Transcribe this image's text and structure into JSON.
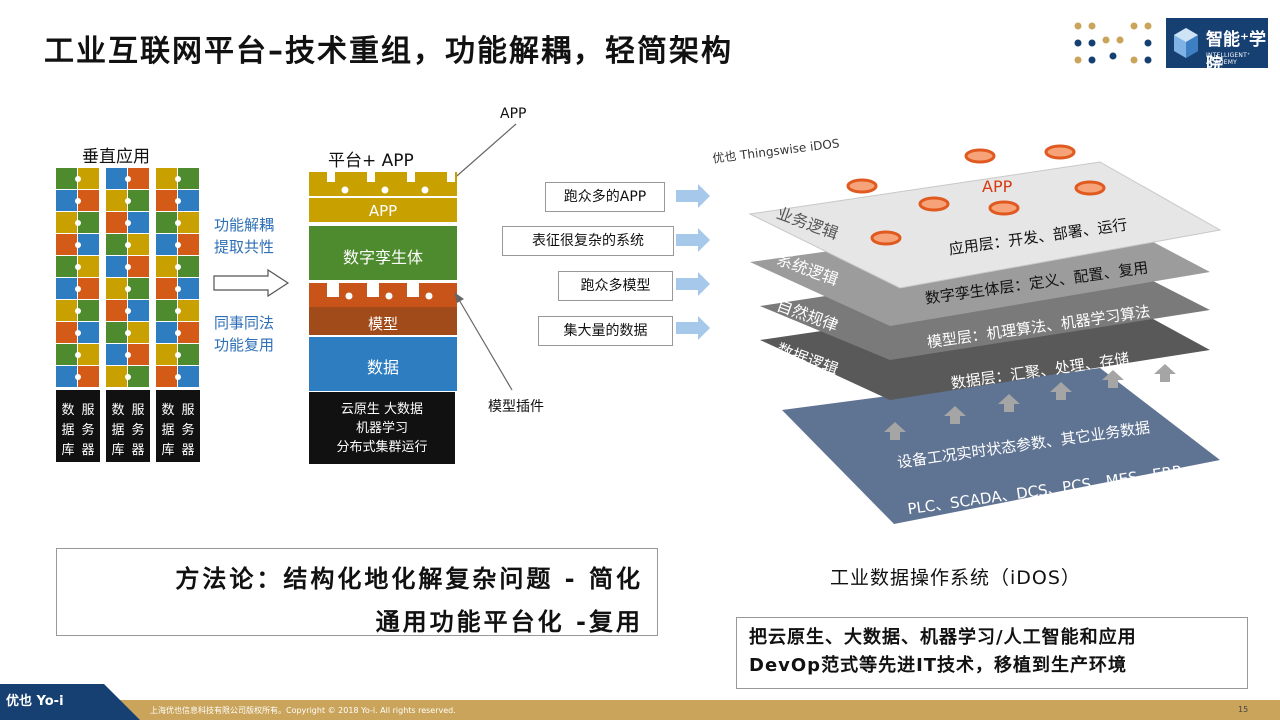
{
  "slide": {
    "title": "工业互联网平台–技术重组，功能解耦，轻简架构",
    "page_number": "15",
    "footer": "上海优也信息科技有限公司版权所有。Copyright © 2018 Yo-i. All rights reserved.",
    "footer_brand": "优也 Yo-i"
  },
  "logo": {
    "cn": "智能⁺学院",
    "en": "INTELLIGENT⁺ ACADEMY"
  },
  "left": {
    "vertical_label": "垂直应用",
    "arrow_top_text_1": "功能解耦",
    "arrow_top_text_2": "提取共性",
    "arrow_bottom_text_1": "同事同法",
    "arrow_bottom_text_2": "功能复用",
    "server_cols": [
      {
        "a": "数据库",
        "b": "服务器"
      },
      {
        "a": "数据库",
        "b": "服务器"
      },
      {
        "a": "数据库",
        "b": "服务器"
      }
    ]
  },
  "platform": {
    "label": "平台+ APP",
    "app_callout": "APP",
    "plugin_callout": "模型插件",
    "layers": {
      "app": "APP",
      "twin": "数字孪生体",
      "model": "模型",
      "data": "数据"
    },
    "infra_lines": [
      "云原生  大数据",
      "机器学习",
      "分布式集群运行"
    ]
  },
  "idos": {
    "brand": "优也 Thingswise iDOS",
    "caption": "工业数据操作系统（iDOS）",
    "input_boxes": [
      "跑众多的APP",
      "表征很复杂的系统",
      "跑众多模型",
      "集大量的数据"
    ],
    "app_label": "APP",
    "layers": [
      {
        "side": "业务逻辑",
        "text": "应用层：开发、部署、运行"
      },
      {
        "side": "系统逻辑",
        "text": "数字孪生体层：定义、配置、复用"
      },
      {
        "side": "自然规律",
        "text": "模型层：机理算法、机器学习算法"
      },
      {
        "side": "数据逻辑",
        "text": "数据层：汇聚、处理、存储"
      }
    ],
    "base_line_1": "设备工况实时状态参数、其它业务数据",
    "base_line_2": "PLC、SCADA、DCS、PCS、MES、ERP、……"
  },
  "methodology": {
    "line1": "方法论：结构化地化解复杂问题 - 简化",
    "line2": "通用功能平台化 -复用"
  },
  "summary": {
    "line1": "把云原生、大数据、机器学习/人工智能和应用",
    "line2": "DevOp范式等先进IT技术，移植到生产环境"
  },
  "colors": {
    "yellow": "#c8a000",
    "orange": "#d45a17",
    "green": "#4e8a2e",
    "blue": "#2f7dc1",
    "brown": "#a14a1a",
    "brand_navy": "#163f72",
    "gold": "#c9a45a"
  }
}
